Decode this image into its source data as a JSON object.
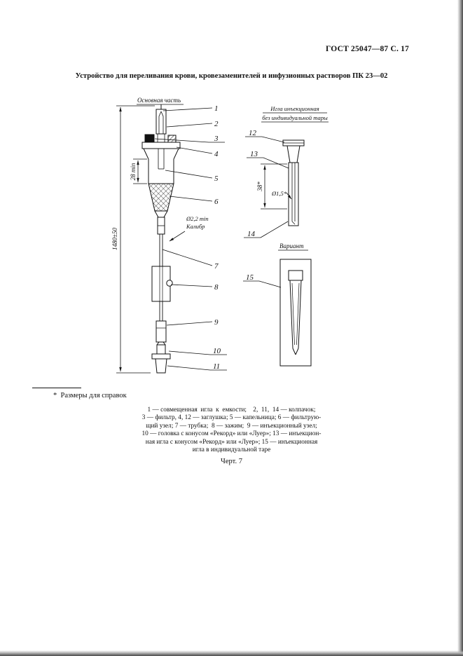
{
  "theme": {
    "ink": "#111111",
    "paper": "#ffffff"
  },
  "page": {
    "header": "ГОСТ 25047—87 С. 17",
    "title": "Устройство для переливания крови, кровезаменителей и инфузионных растворов ПК 23—02",
    "footnote": "*  Размеры для справок",
    "caption": "Черт. 7"
  },
  "drawing": {
    "labels": {
      "main_part": "Основная часть",
      "needle_line1": "Игла инъекционная",
      "needle_line2": "без индивидуальной тары",
      "variant": "Вариант",
      "dim_overall": "1480±50",
      "dim_chamber": "28 min",
      "dim_caliber_value": "Ø2,2 min",
      "dim_caliber_word": "Калибр",
      "dim_needle_length": "38*",
      "dim_needle_dia": "Ø1,5*"
    },
    "callouts": [
      "1",
      "2",
      "3",
      "4",
      "5",
      "6",
      "7",
      "8",
      "9",
      "10",
      "11",
      "12",
      "13",
      "14",
      "15"
    ]
  },
  "legend": {
    "lines": [
      "1 — совмещенная  игла  к  емкости;    2,  11,  14 — колпачок;",
      "3 — фильтр, 4, 12 — заглушка; 5 — капельница; 6 — фильтрую-",
      "щий узел; 7 — трубка;  8 — зажим;  9 — инъекционный узел;",
      "10 — головка с конусом «Рекорд» или «Луер»; 13 — инъекцион-",
      "ная игла с конусом «Рекорд» или «Луер»; 15 — инъекционная",
      "игла в индивидуальной таре"
    ]
  }
}
